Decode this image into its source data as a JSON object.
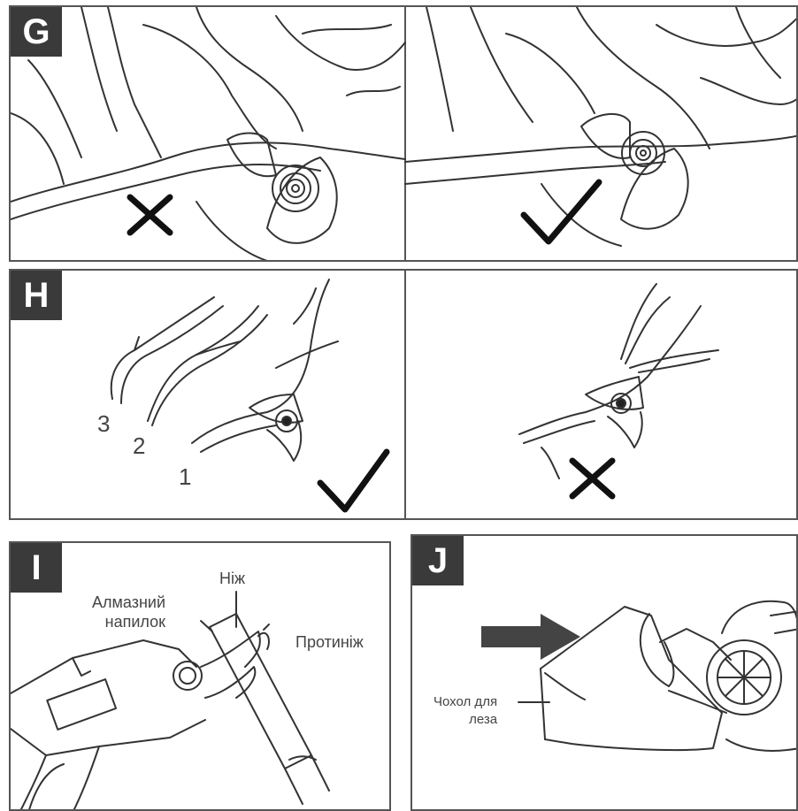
{
  "panels": {
    "g": {
      "letter": "G",
      "left_mark": "cross",
      "right_mark": "check"
    },
    "h": {
      "letter": "H",
      "left_mark": "check",
      "right_mark": "cross",
      "steps": [
        "3",
        "2",
        "1"
      ]
    },
    "i": {
      "letter": "I",
      "labels": {
        "file": "Алмазний\nнапилок",
        "blade": "Ніж",
        "counter_blade": "Протиніж"
      }
    },
    "j": {
      "letter": "J",
      "labels": {
        "cover": "Чохол для\nлеза"
      }
    }
  },
  "colors": {
    "badge": "#3a3a3a",
    "line": "#333333",
    "mark": "#111111"
  }
}
